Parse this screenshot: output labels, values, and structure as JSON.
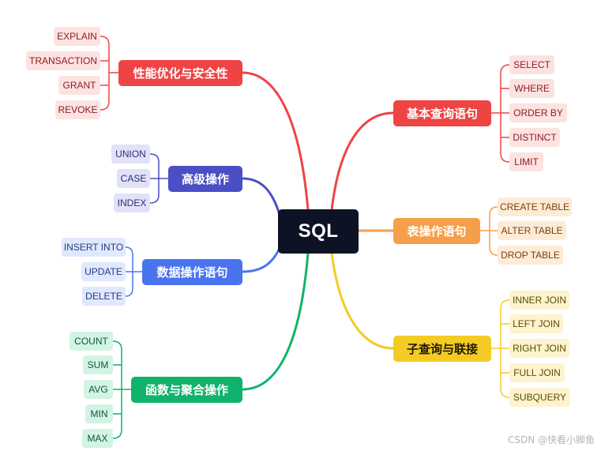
{
  "root": {
    "label": "SQL"
  },
  "branches": {
    "basic_query": {
      "label": "基本查询语句",
      "color": "#ef4444",
      "leaves": [
        "SELECT",
        "WHERE",
        "ORDER BY",
        "DISTINCT",
        "LIMIT"
      ]
    },
    "table_ops": {
      "label": "表操作语句",
      "color": "#f59f4b",
      "leaves": [
        "CREATE TABLE",
        "ALTER TABLE",
        "DROP TABLE"
      ]
    },
    "subquery_join": {
      "label": "子查询与联接",
      "color": "#f3cb24",
      "leaves": [
        "INNER JOIN",
        "LEFT JOIN",
        "RIGHT JOIN",
        "FULL JOIN",
        "SUBQUERY"
      ]
    },
    "perf_security": {
      "label": "性能优化与安全性",
      "color": "#ef4444",
      "leaves": [
        "EXPLAIN",
        "TRANSACTION",
        "GRANT",
        "REVOKE"
      ]
    },
    "advanced": {
      "label": "高级操作",
      "color": "#4b4ec4",
      "leaves": [
        "UNION",
        "CASE",
        "INDEX"
      ]
    },
    "dml": {
      "label": "数据操作语句",
      "color": "#4a74ee",
      "leaves": [
        "INSERT INTO",
        "UPDATE",
        "DELETE"
      ]
    },
    "aggregate": {
      "label": "函数与聚合操作",
      "color": "#10b36b",
      "leaves": [
        "COUNT",
        "SUM",
        "AVG",
        "MIN",
        "MAX"
      ]
    }
  },
  "watermark": "CSDN @快看小脚鱼"
}
